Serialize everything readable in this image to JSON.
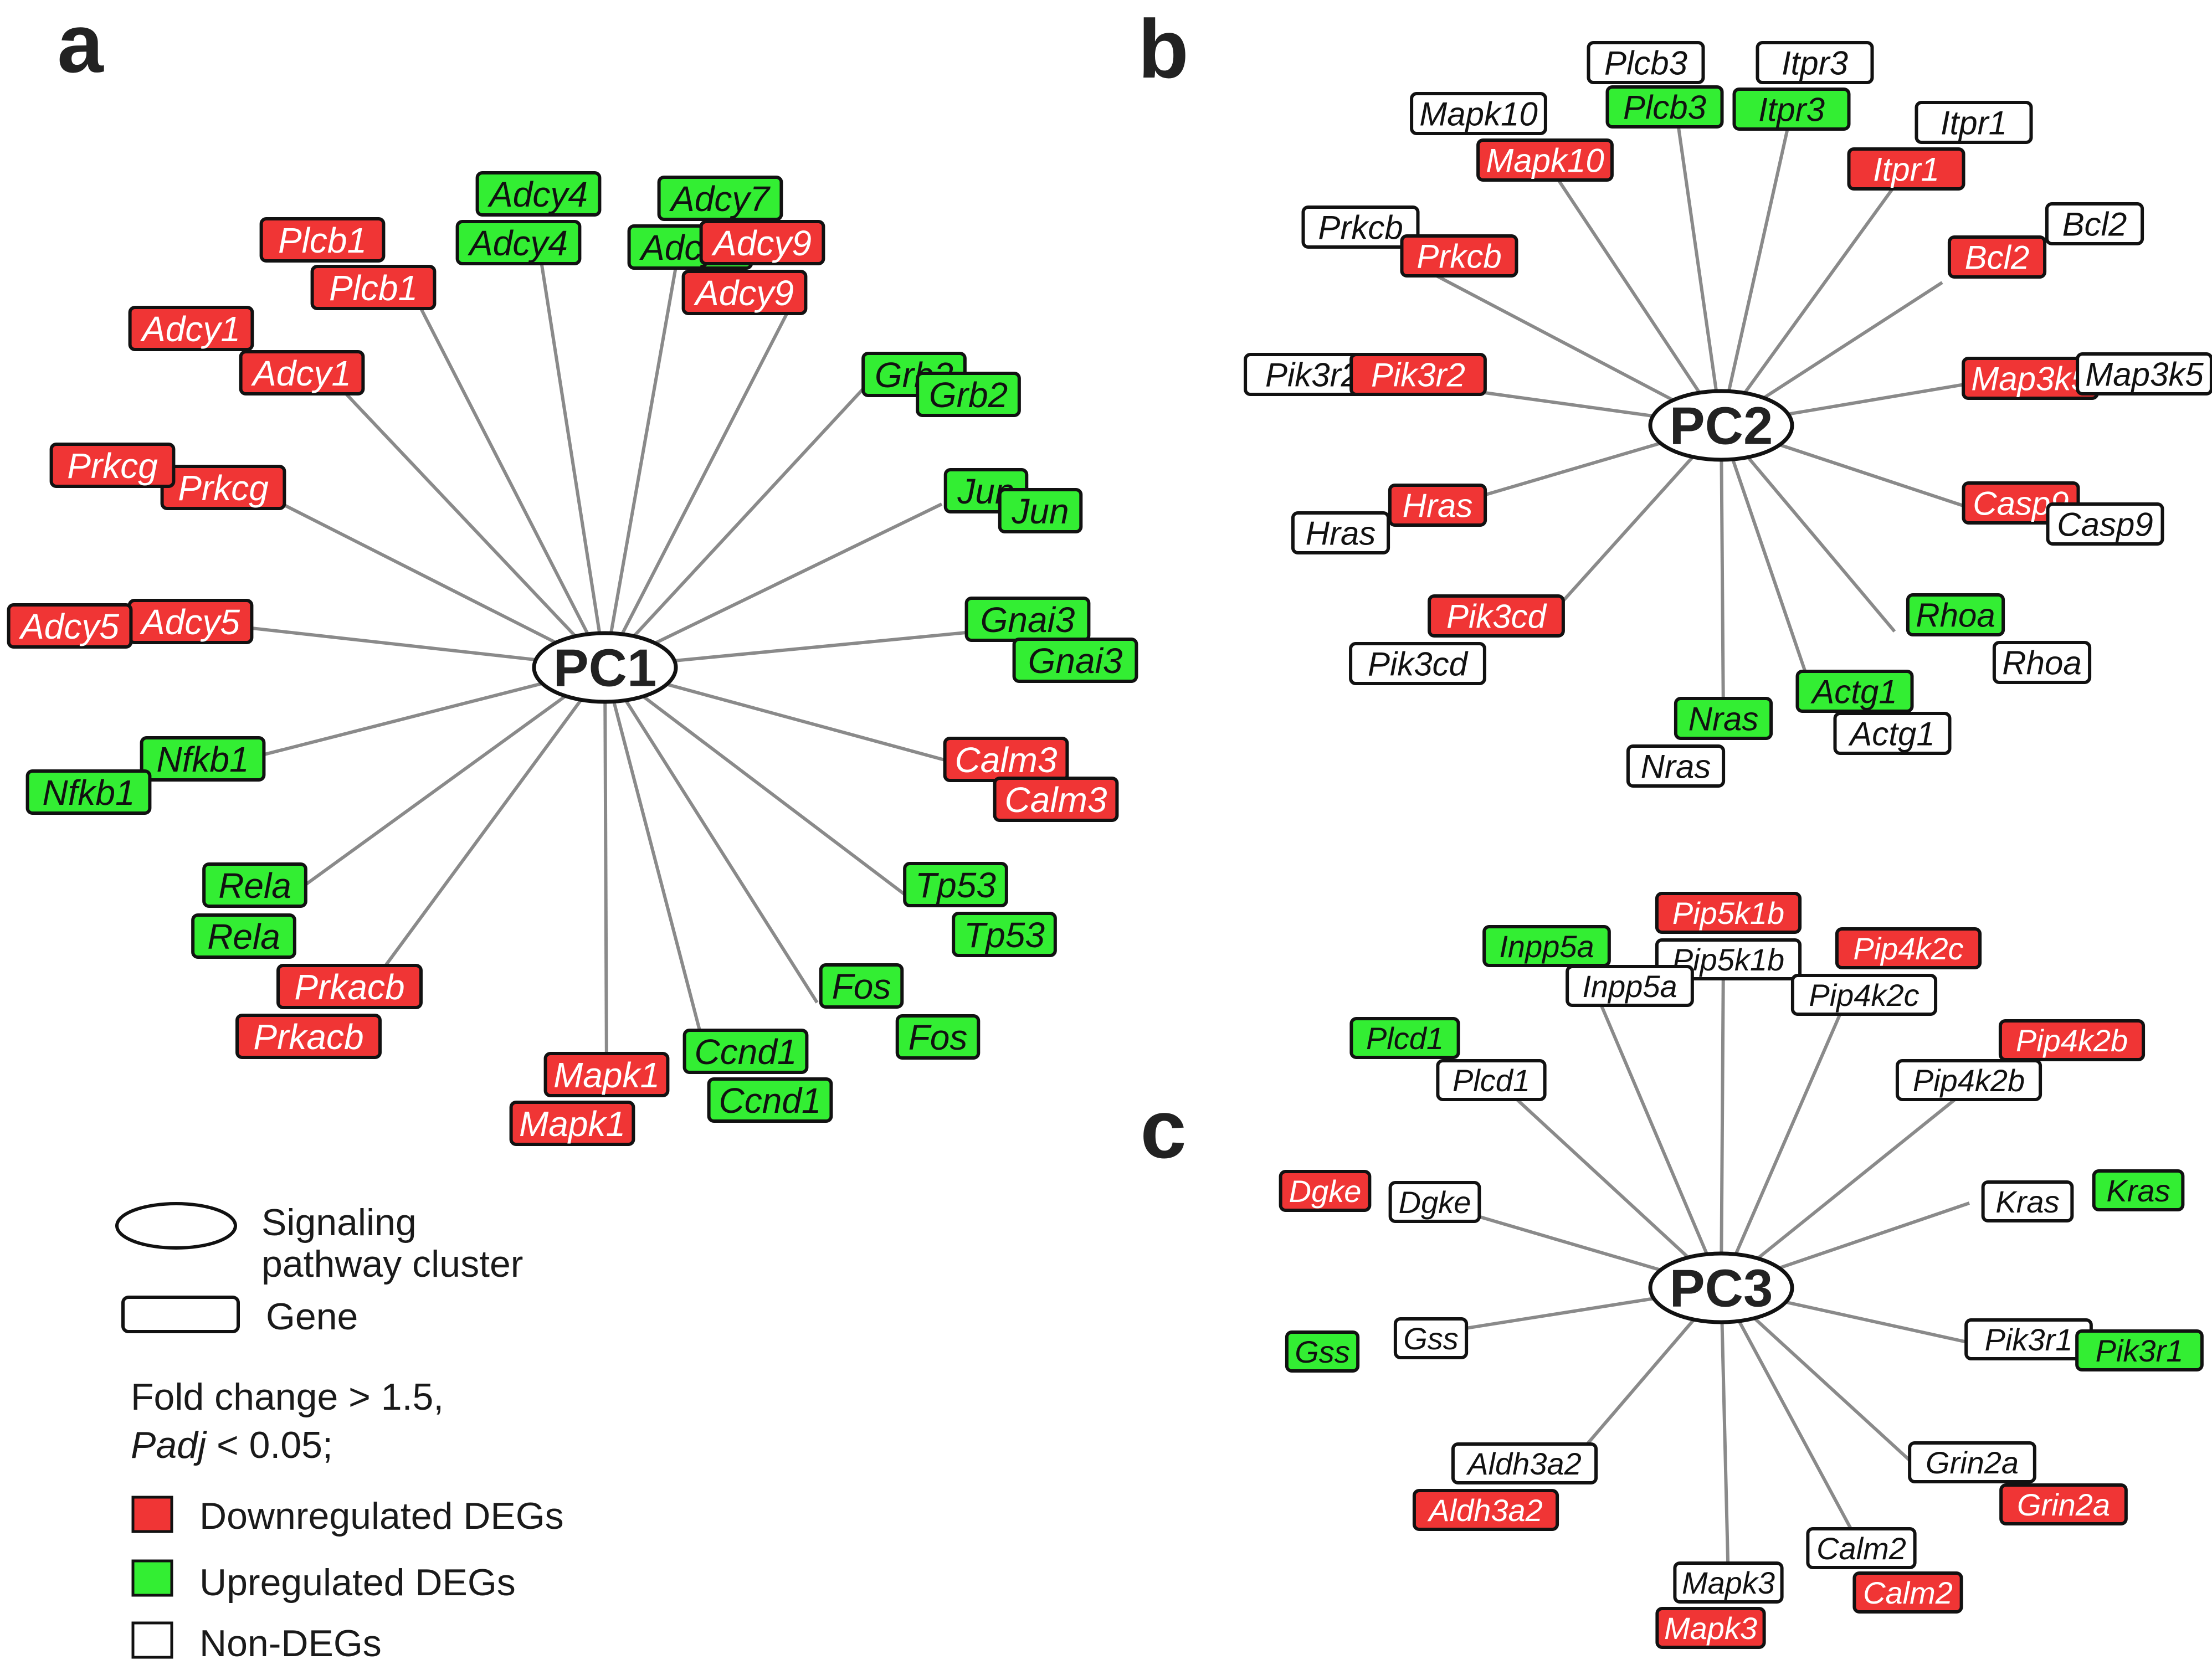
{
  "colors": {
    "down": "#f03535",
    "up": "#33ee33",
    "non": "#ffffff",
    "edge": "#8a8a8a",
    "stroke": "#111111"
  },
  "panels": [
    {
      "letter": "a",
      "hub": "PC1",
      "genes": [
        {
          "name": "Plcb1",
          "pair": [
            [
              "down",
              "Plcb1"
            ],
            [
              "down",
              "Plcb1"
            ]
          ]
        },
        {
          "name": "Adcy4",
          "pair": [
            [
              "up",
              "Adcy4"
            ],
            [
              "up",
              "Adcy4"
            ]
          ]
        },
        {
          "name": "Adcy7",
          "pair": [
            [
              "up",
              "Adcy7"
            ],
            [
              "up",
              "Adcy7"
            ]
          ]
        },
        {
          "name": "Adcy9",
          "pair": [
            [
              "down",
              "Adcy9"
            ],
            [
              "down",
              "Adcy9"
            ]
          ]
        },
        {
          "name": "Grb2",
          "pair": [
            [
              "up",
              "Grb2"
            ],
            [
              "up",
              "Grb2"
            ]
          ]
        },
        {
          "name": "Jun",
          "pair": [
            [
              "up",
              "Jun"
            ],
            [
              "up",
              "Jun"
            ]
          ]
        },
        {
          "name": "Gnai3",
          "pair": [
            [
              "up",
              "Gnai3"
            ],
            [
              "up",
              "Gnai3"
            ]
          ]
        },
        {
          "name": "Calm3",
          "pair": [
            [
              "down",
              "Calm3"
            ],
            [
              "down",
              "Calm3"
            ]
          ]
        },
        {
          "name": "Tp53",
          "pair": [
            [
              "up",
              "Tp53"
            ],
            [
              "up",
              "Tp53"
            ]
          ]
        },
        {
          "name": "Fos",
          "pair": [
            [
              "up",
              "Fos"
            ],
            [
              "up",
              "Fos"
            ]
          ]
        },
        {
          "name": "Ccnd1",
          "pair": [
            [
              "up",
              "Ccnd1"
            ],
            [
              "up",
              "Ccnd1"
            ]
          ]
        },
        {
          "name": "Mapk1",
          "pair": [
            [
              "down",
              "Mapk1"
            ],
            [
              "down",
              "Mapk1"
            ]
          ]
        },
        {
          "name": "Prkacb",
          "pair": [
            [
              "down",
              "Prkacb"
            ],
            [
              "down",
              "Prkacb"
            ]
          ]
        },
        {
          "name": "Rela",
          "pair": [
            [
              "up",
              "Rela"
            ],
            [
              "up",
              "Rela"
            ]
          ]
        },
        {
          "name": "Nfkb1",
          "pair": [
            [
              "up",
              "Nfkb1"
            ],
            [
              "up",
              "Nfkb1"
            ]
          ]
        },
        {
          "name": "Adcy5",
          "pair": [
            [
              "down",
              "Adcy5"
            ],
            [
              "down",
              "Adcy5"
            ]
          ]
        },
        {
          "name": "Prkcg",
          "pair": [
            [
              "down",
              "Prkcg"
            ],
            [
              "down",
              "Prkcg"
            ]
          ]
        },
        {
          "name": "Adcy1",
          "pair": [
            [
              "down",
              "Adcy1"
            ],
            [
              "down",
              "Adcy1"
            ]
          ]
        }
      ]
    },
    {
      "letter": "b",
      "hub": "PC2",
      "genes": [
        {
          "name": "Plcb3",
          "pair": [
            [
              "non",
              "Plcb3"
            ],
            [
              "up",
              "Plcb3"
            ]
          ]
        },
        {
          "name": "Itpr3",
          "pair": [
            [
              "non",
              "Itpr3"
            ],
            [
              "up",
              "Itpr3"
            ]
          ]
        },
        {
          "name": "Itpr1",
          "pair": [
            [
              "non",
              "Itpr1"
            ],
            [
              "down",
              "Itpr1"
            ]
          ]
        },
        {
          "name": "Bcl2",
          "pair": [
            [
              "non",
              "Bcl2"
            ],
            [
              "down",
              "Bcl2"
            ]
          ]
        },
        {
          "name": "Map3k5",
          "pair": [
            [
              "down",
              "Map3k5"
            ],
            [
              "non",
              "Map3k5"
            ]
          ]
        },
        {
          "name": "Casp9",
          "pair": [
            [
              "down",
              "Casp9"
            ],
            [
              "non",
              "Casp9"
            ]
          ]
        },
        {
          "name": "Rhoa",
          "pair": [
            [
              "up",
              "Rhoa"
            ],
            [
              "non",
              "Rhoa"
            ]
          ]
        },
        {
          "name": "Actg1",
          "pair": [
            [
              "up",
              "Actg1"
            ],
            [
              "non",
              "Actg1"
            ]
          ]
        },
        {
          "name": "Nras",
          "pair": [
            [
              "up",
              "Nras"
            ],
            [
              "non",
              "Nras"
            ]
          ]
        },
        {
          "name": "Pik3cd",
          "pair": [
            [
              "down",
              "Pik3cd"
            ],
            [
              "non",
              "Pik3cd"
            ]
          ]
        },
        {
          "name": "Hras",
          "pair": [
            [
              "non",
              "Hras"
            ],
            [
              "down",
              "Hras"
            ]
          ]
        },
        {
          "name": "Pik3r2",
          "pair": [
            [
              "non",
              "Pik3r2"
            ],
            [
              "down",
              "Pik3r2"
            ]
          ]
        },
        {
          "name": "Prkcb",
          "pair": [
            [
              "non",
              "Prkcb"
            ],
            [
              "down",
              "Prkcb"
            ]
          ]
        },
        {
          "name": "Mapk10",
          "pair": [
            [
              "non",
              "Mapk10"
            ],
            [
              "down",
              "Mapk10"
            ]
          ]
        }
      ]
    },
    {
      "letter": "c",
      "hub": "PC3",
      "genes": [
        {
          "name": "Pip5k1b",
          "pair": [
            [
              "down",
              "Pip5k1b"
            ],
            [
              "non",
              "Pip5k1b"
            ]
          ]
        },
        {
          "name": "Pip4k2c",
          "pair": [
            [
              "down",
              "Pip4k2c"
            ],
            [
              "non",
              "Pip4k2c"
            ]
          ]
        },
        {
          "name": "Pip4k2b",
          "pair": [
            [
              "down",
              "Pip4k2b"
            ],
            [
              "non",
              "Pip4k2b"
            ]
          ]
        },
        {
          "name": "Kras",
          "pair": [
            [
              "non",
              "Kras"
            ],
            [
              "up",
              "Kras"
            ]
          ]
        },
        {
          "name": "Pik3r1",
          "pair": [
            [
              "non",
              "Pik3r1"
            ],
            [
              "up",
              "Pik3r1"
            ]
          ]
        },
        {
          "name": "Grin2a",
          "pair": [
            [
              "non",
              "Grin2a"
            ],
            [
              "down",
              "Grin2a"
            ]
          ]
        },
        {
          "name": "Calm2",
          "pair": [
            [
              "non",
              "Calm2"
            ],
            [
              "down",
              "Calm2"
            ]
          ]
        },
        {
          "name": "Mapk3",
          "pair": [
            [
              "non",
              "Mapk3"
            ],
            [
              "down",
              "Mapk3"
            ]
          ]
        },
        {
          "name": "Aldh3a2",
          "pair": [
            [
              "non",
              "Aldh3a2"
            ],
            [
              "down",
              "Aldh3a2"
            ]
          ]
        },
        {
          "name": "Gss",
          "pair": [
            [
              "up",
              "Gss"
            ],
            [
              "non",
              "Gss"
            ]
          ]
        },
        {
          "name": "Dgke",
          "pair": [
            [
              "down",
              "Dgke"
            ],
            [
              "non",
              "Dgke"
            ]
          ]
        },
        {
          "name": "Plcd1",
          "pair": [
            [
              "up",
              "Plcd1"
            ],
            [
              "non",
              "Plcd1"
            ]
          ]
        },
        {
          "name": "Inpp5a",
          "pair": [
            [
              "up",
              "Inpp5a"
            ],
            [
              "non",
              "Inpp5a"
            ]
          ]
        }
      ]
    }
  ],
  "legend": {
    "cluster": [
      "Signaling",
      "pathway cluster"
    ],
    "gene": "Gene",
    "criteria_line1": "Fold change > 1.5,",
    "criteria_padj": "Padj",
    "criteria_rest": " < 0.05;",
    "down": "Downregulated DEGs",
    "up": "Upregulated DEGs",
    "non": "Non-DEGs"
  }
}
